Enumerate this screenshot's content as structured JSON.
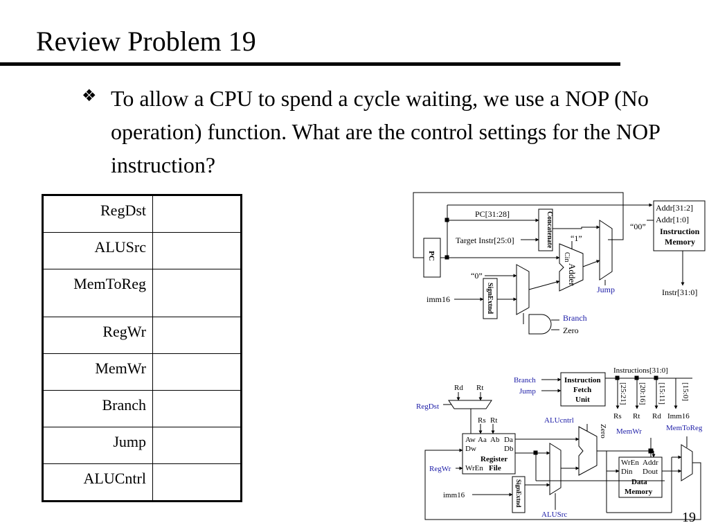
{
  "slide": {
    "title": "Review Problem 19",
    "bullet_text": "To allow a CPU to spend a cycle waiting, we use a NOP (No operation) function.  What are the control settings for the NOP instruction?",
    "page_number": "19"
  },
  "control_table": {
    "rows": [
      {
        "label": "RegDst",
        "value": ""
      },
      {
        "label": "ALUSrc",
        "value": ""
      },
      {
        "label": "MemToReg",
        "value": ""
      },
      {
        "label": "RegWr",
        "value": ""
      },
      {
        "label": "MemWr",
        "value": ""
      },
      {
        "label": "Branch",
        "value": ""
      },
      {
        "label": "Jump",
        "value": ""
      },
      {
        "label": "ALUCntrl",
        "value": ""
      }
    ]
  },
  "fetch_diagram": {
    "pc_bits": "PC[31:28]",
    "concatenate": "Concatenate",
    "target_instr": "Target Instr[25:0]",
    "pc": "PC",
    "const_one": "“1”",
    "const_zero": "“0”",
    "const_00": "“00”",
    "adder": "Adder",
    "cin": "Cin",
    "signextnd": "SignExtnd",
    "imm16": "imm16",
    "jump": "Jump",
    "branch": "Branch",
    "zero": "Zero",
    "imem_addr_hi": "Addr[31:2]",
    "imem_addr_lo": "Addr[1:0]",
    "imem_title_1": "Instruction",
    "imem_title_2": "Memory",
    "instr_out": "Instr[31:0]"
  },
  "datapath_diagram": {
    "branch": "Branch",
    "jump": "Jump",
    "ifu_1": "Instruction",
    "ifu_2": "Fetch",
    "ifu_3": "Unit",
    "instructions": "Instructions[31:0]",
    "f_25_21": "[25:21]",
    "f_20_16": "[20:16]",
    "f_15_11": "[15:11]",
    "f_15_0": "[15:0]",
    "rs": "Rs",
    "rt": "Rt",
    "rd": "Rd",
    "imm16_label": "Imm16",
    "mux_rd": "Rd",
    "mux_rt": "Rt",
    "regdst": "RegDst",
    "rf_rs": "Rs",
    "rf_rt": "Rt",
    "rf_aw": "Aw",
    "rf_aa": "Aa",
    "rf_ab": "Ab",
    "rf_da": "Da",
    "rf_dw": "Dw",
    "rf_db": "Db",
    "rf_title_1": "Register",
    "rf_wren": "WrEn",
    "rf_title_2": "File",
    "regwr": "RegWr",
    "aluctrl": "ALUcntrl",
    "zero": "Zero",
    "memwr": "MemWr",
    "memtoreg": "MemToReg",
    "dm_wren": "WrEn",
    "dm_addr": "Addr",
    "dm_din": "Din",
    "dm_dout": "Dout",
    "dm_title_1": "Data",
    "dm_title_2": "Memory",
    "imm16": "imm16",
    "signextnd": "SignExtnd",
    "alusrc": "ALUSrc"
  },
  "colors": {
    "control_signal": "#1a1aa6"
  }
}
